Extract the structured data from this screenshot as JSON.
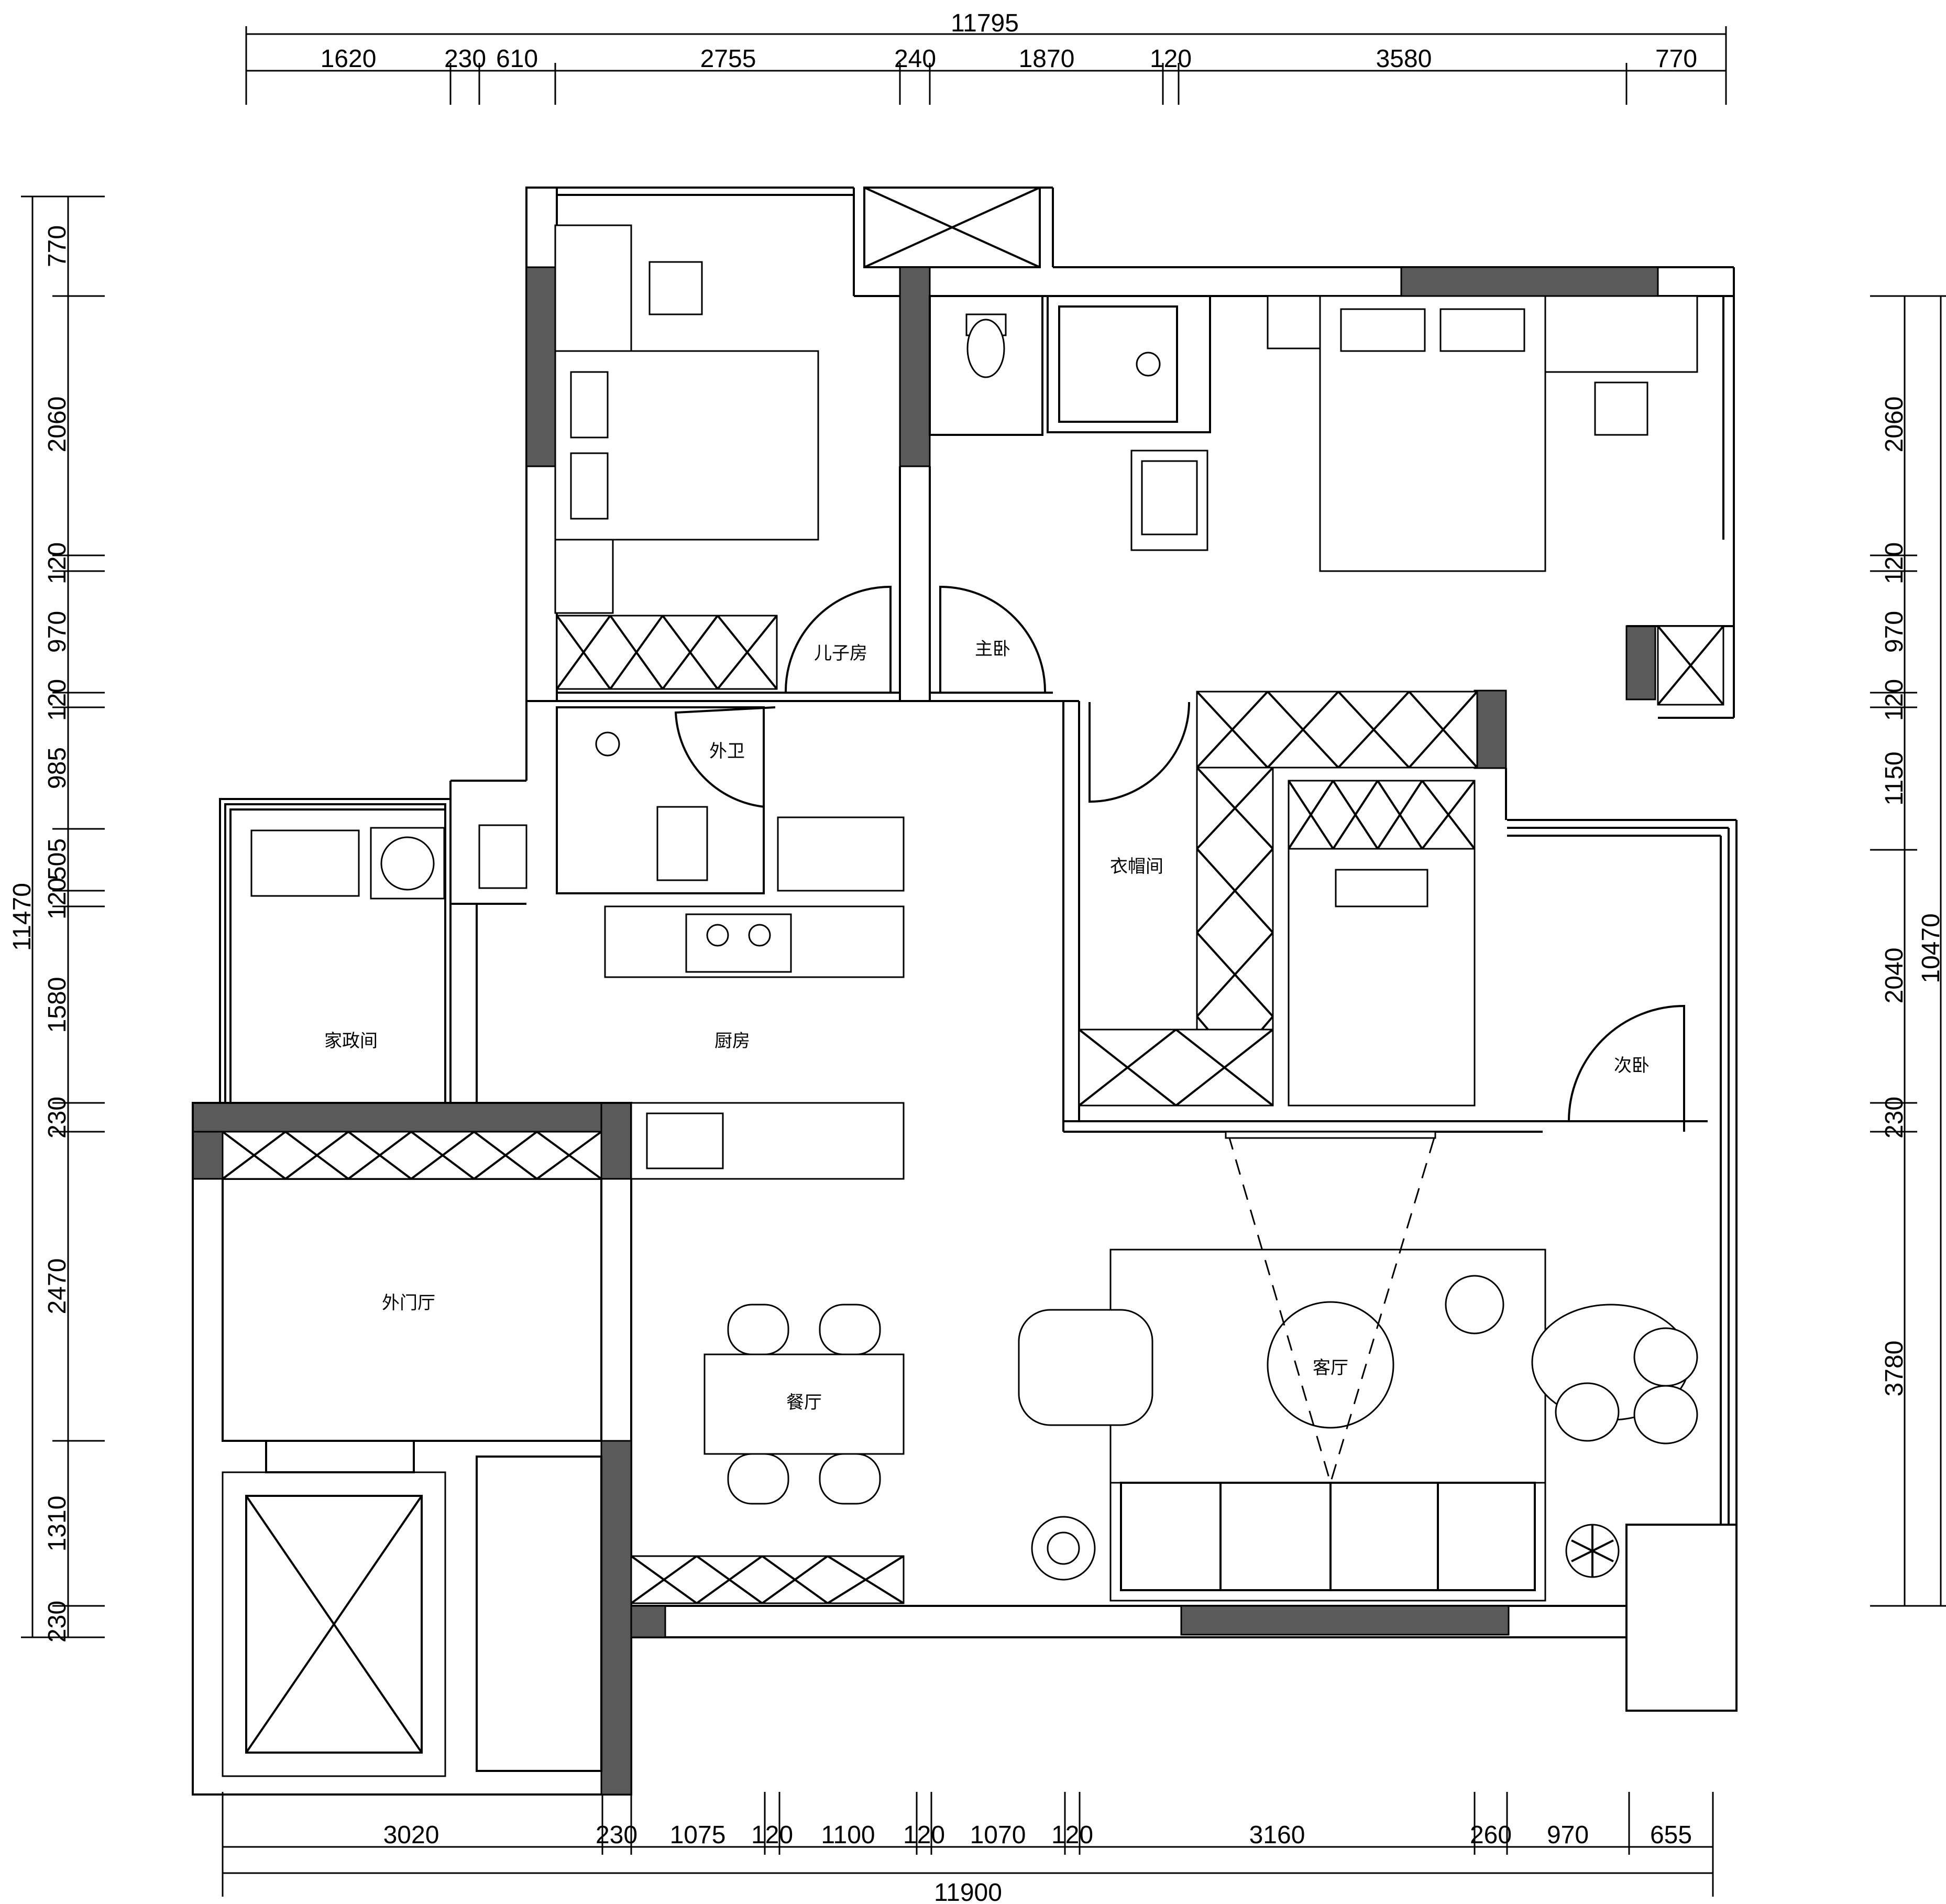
{
  "plan": {
    "top_total": "11795",
    "top_segments": [
      "1620",
      "230",
      "610",
      "2755",
      "240",
      "1870",
      "120",
      "3580",
      "770"
    ],
    "bottom_total": "11900",
    "bottom_segments": [
      "3020",
      "230",
      "1075",
      "120",
      "1100",
      "120",
      "1070",
      "120",
      "3160",
      "260",
      "970",
      "655"
    ],
    "left_total": "11470",
    "left_segments": [
      "770",
      "2060",
      "120",
      "970",
      "120",
      "985",
      "505",
      "120",
      "1580",
      "230",
      "2470",
      "1310",
      "230"
    ],
    "right_total": "10470",
    "right_segments": [
      "2060",
      "120",
      "970",
      "120",
      "1150",
      "2040",
      "230",
      "3780"
    ],
    "rooms": {
      "son_room": "儿子房",
      "master_bedroom": "主卧",
      "guest_bath": "外卫",
      "cloakroom": "衣帽间",
      "second_bedroom": "次卧",
      "utility_room": "家政间",
      "kitchen": "厨房",
      "entrance_hall": "外门厅",
      "dining_room": "餐厅",
      "living_room": "客厅"
    }
  }
}
